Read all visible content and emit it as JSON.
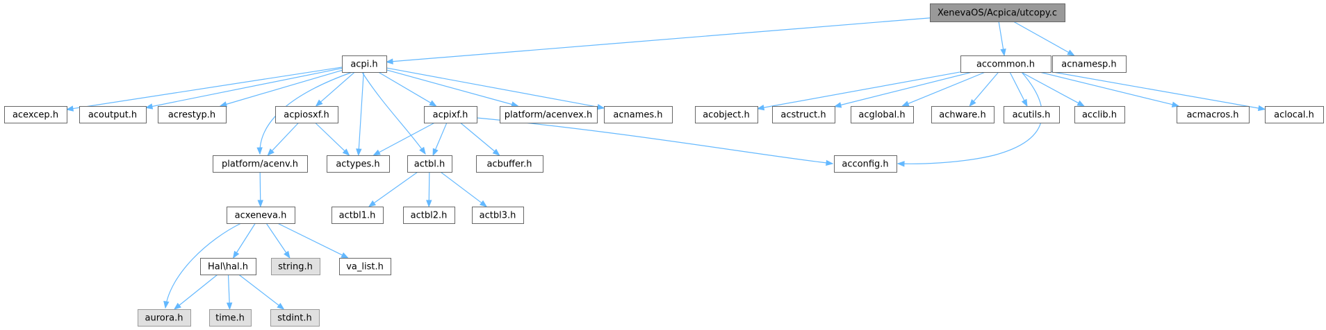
{
  "graph": {
    "nodes": [
      {
        "id": "utcopy",
        "label": "XenevaOS/Acpica/utcopy.c",
        "kind": "root"
      },
      {
        "id": "acpi",
        "label": "acpi.h",
        "kind": "normal"
      },
      {
        "id": "accommon",
        "label": "accommon.h",
        "kind": "normal"
      },
      {
        "id": "acnamesp",
        "label": "acnamesp.h",
        "kind": "normal"
      },
      {
        "id": "acexcep",
        "label": "acexcep.h",
        "kind": "normal"
      },
      {
        "id": "acoutput",
        "label": "acoutput.h",
        "kind": "normal"
      },
      {
        "id": "acrestyp",
        "label": "acrestyp.h",
        "kind": "normal"
      },
      {
        "id": "acpiosxf",
        "label": "acpiosxf.h",
        "kind": "normal"
      },
      {
        "id": "acpixf",
        "label": "acpixf.h",
        "kind": "normal"
      },
      {
        "id": "acenvex",
        "label": "platform/acenvex.h",
        "kind": "normal"
      },
      {
        "id": "acnames",
        "label": "acnames.h",
        "kind": "normal"
      },
      {
        "id": "acobject",
        "label": "acobject.h",
        "kind": "normal"
      },
      {
        "id": "acstruct",
        "label": "acstruct.h",
        "kind": "normal"
      },
      {
        "id": "acglobal",
        "label": "acglobal.h",
        "kind": "normal"
      },
      {
        "id": "achware",
        "label": "achware.h",
        "kind": "normal"
      },
      {
        "id": "acutils",
        "label": "acutils.h",
        "kind": "normal"
      },
      {
        "id": "acclib",
        "label": "acclib.h",
        "kind": "normal"
      },
      {
        "id": "acmacros",
        "label": "acmacros.h",
        "kind": "normal"
      },
      {
        "id": "aclocal",
        "label": "aclocal.h",
        "kind": "normal"
      },
      {
        "id": "acenv",
        "label": "platform/acenv.h",
        "kind": "normal"
      },
      {
        "id": "actypes",
        "label": "actypes.h",
        "kind": "normal"
      },
      {
        "id": "actbl",
        "label": "actbl.h",
        "kind": "normal"
      },
      {
        "id": "acbuffer",
        "label": "acbuffer.h",
        "kind": "normal"
      },
      {
        "id": "acconfig",
        "label": "acconfig.h",
        "kind": "normal"
      },
      {
        "id": "acxeneva",
        "label": "acxeneva.h",
        "kind": "normal"
      },
      {
        "id": "actbl1",
        "label": "actbl1.h",
        "kind": "normal"
      },
      {
        "id": "actbl2",
        "label": "actbl2.h",
        "kind": "normal"
      },
      {
        "id": "actbl3",
        "label": "actbl3.h",
        "kind": "normal"
      },
      {
        "id": "halh",
        "label": "Hal\\hal.h",
        "kind": "normal"
      },
      {
        "id": "string",
        "label": "string.h",
        "kind": "system"
      },
      {
        "id": "valist",
        "label": "va_list.h",
        "kind": "normal"
      },
      {
        "id": "aurora",
        "label": "aurora.h",
        "kind": "system"
      },
      {
        "id": "time",
        "label": "time.h",
        "kind": "system"
      },
      {
        "id": "stdint",
        "label": "stdint.h",
        "kind": "system"
      }
    ],
    "edges": [
      [
        "utcopy",
        "acpi"
      ],
      [
        "utcopy",
        "accommon"
      ],
      [
        "utcopy",
        "acnamesp"
      ],
      [
        "acpi",
        "acexcep"
      ],
      [
        "acpi",
        "acoutput"
      ],
      [
        "acpi",
        "acrestyp"
      ],
      [
        "acpi",
        "acpiosxf"
      ],
      [
        "acpi",
        "acpixf"
      ],
      [
        "acpi",
        "acenvex"
      ],
      [
        "acpi",
        "acnames"
      ],
      [
        "acpi",
        "acenv"
      ],
      [
        "acpi",
        "actypes"
      ],
      [
        "acpi",
        "actbl"
      ],
      [
        "accommon",
        "acobject"
      ],
      [
        "accommon",
        "acstruct"
      ],
      [
        "accommon",
        "acglobal"
      ],
      [
        "accommon",
        "achware"
      ],
      [
        "accommon",
        "acutils"
      ],
      [
        "accommon",
        "acclib"
      ],
      [
        "accommon",
        "acmacros"
      ],
      [
        "accommon",
        "aclocal"
      ],
      [
        "accommon",
        "acconfig"
      ],
      [
        "acpiosxf",
        "acenv"
      ],
      [
        "acpiosxf",
        "actypes"
      ],
      [
        "acpixf",
        "actypes"
      ],
      [
        "acpixf",
        "actbl"
      ],
      [
        "acpixf",
        "acbuffer"
      ],
      [
        "acpixf",
        "acconfig"
      ],
      [
        "acenv",
        "acxeneva"
      ],
      [
        "actbl",
        "actbl1"
      ],
      [
        "actbl",
        "actbl2"
      ],
      [
        "actbl",
        "actbl3"
      ],
      [
        "acxeneva",
        "aurora"
      ],
      [
        "acxeneva",
        "halh"
      ],
      [
        "acxeneva",
        "string"
      ],
      [
        "acxeneva",
        "valist"
      ],
      [
        "halh",
        "aurora"
      ],
      [
        "halh",
        "time"
      ],
      [
        "halh",
        "stdint"
      ]
    ]
  }
}
